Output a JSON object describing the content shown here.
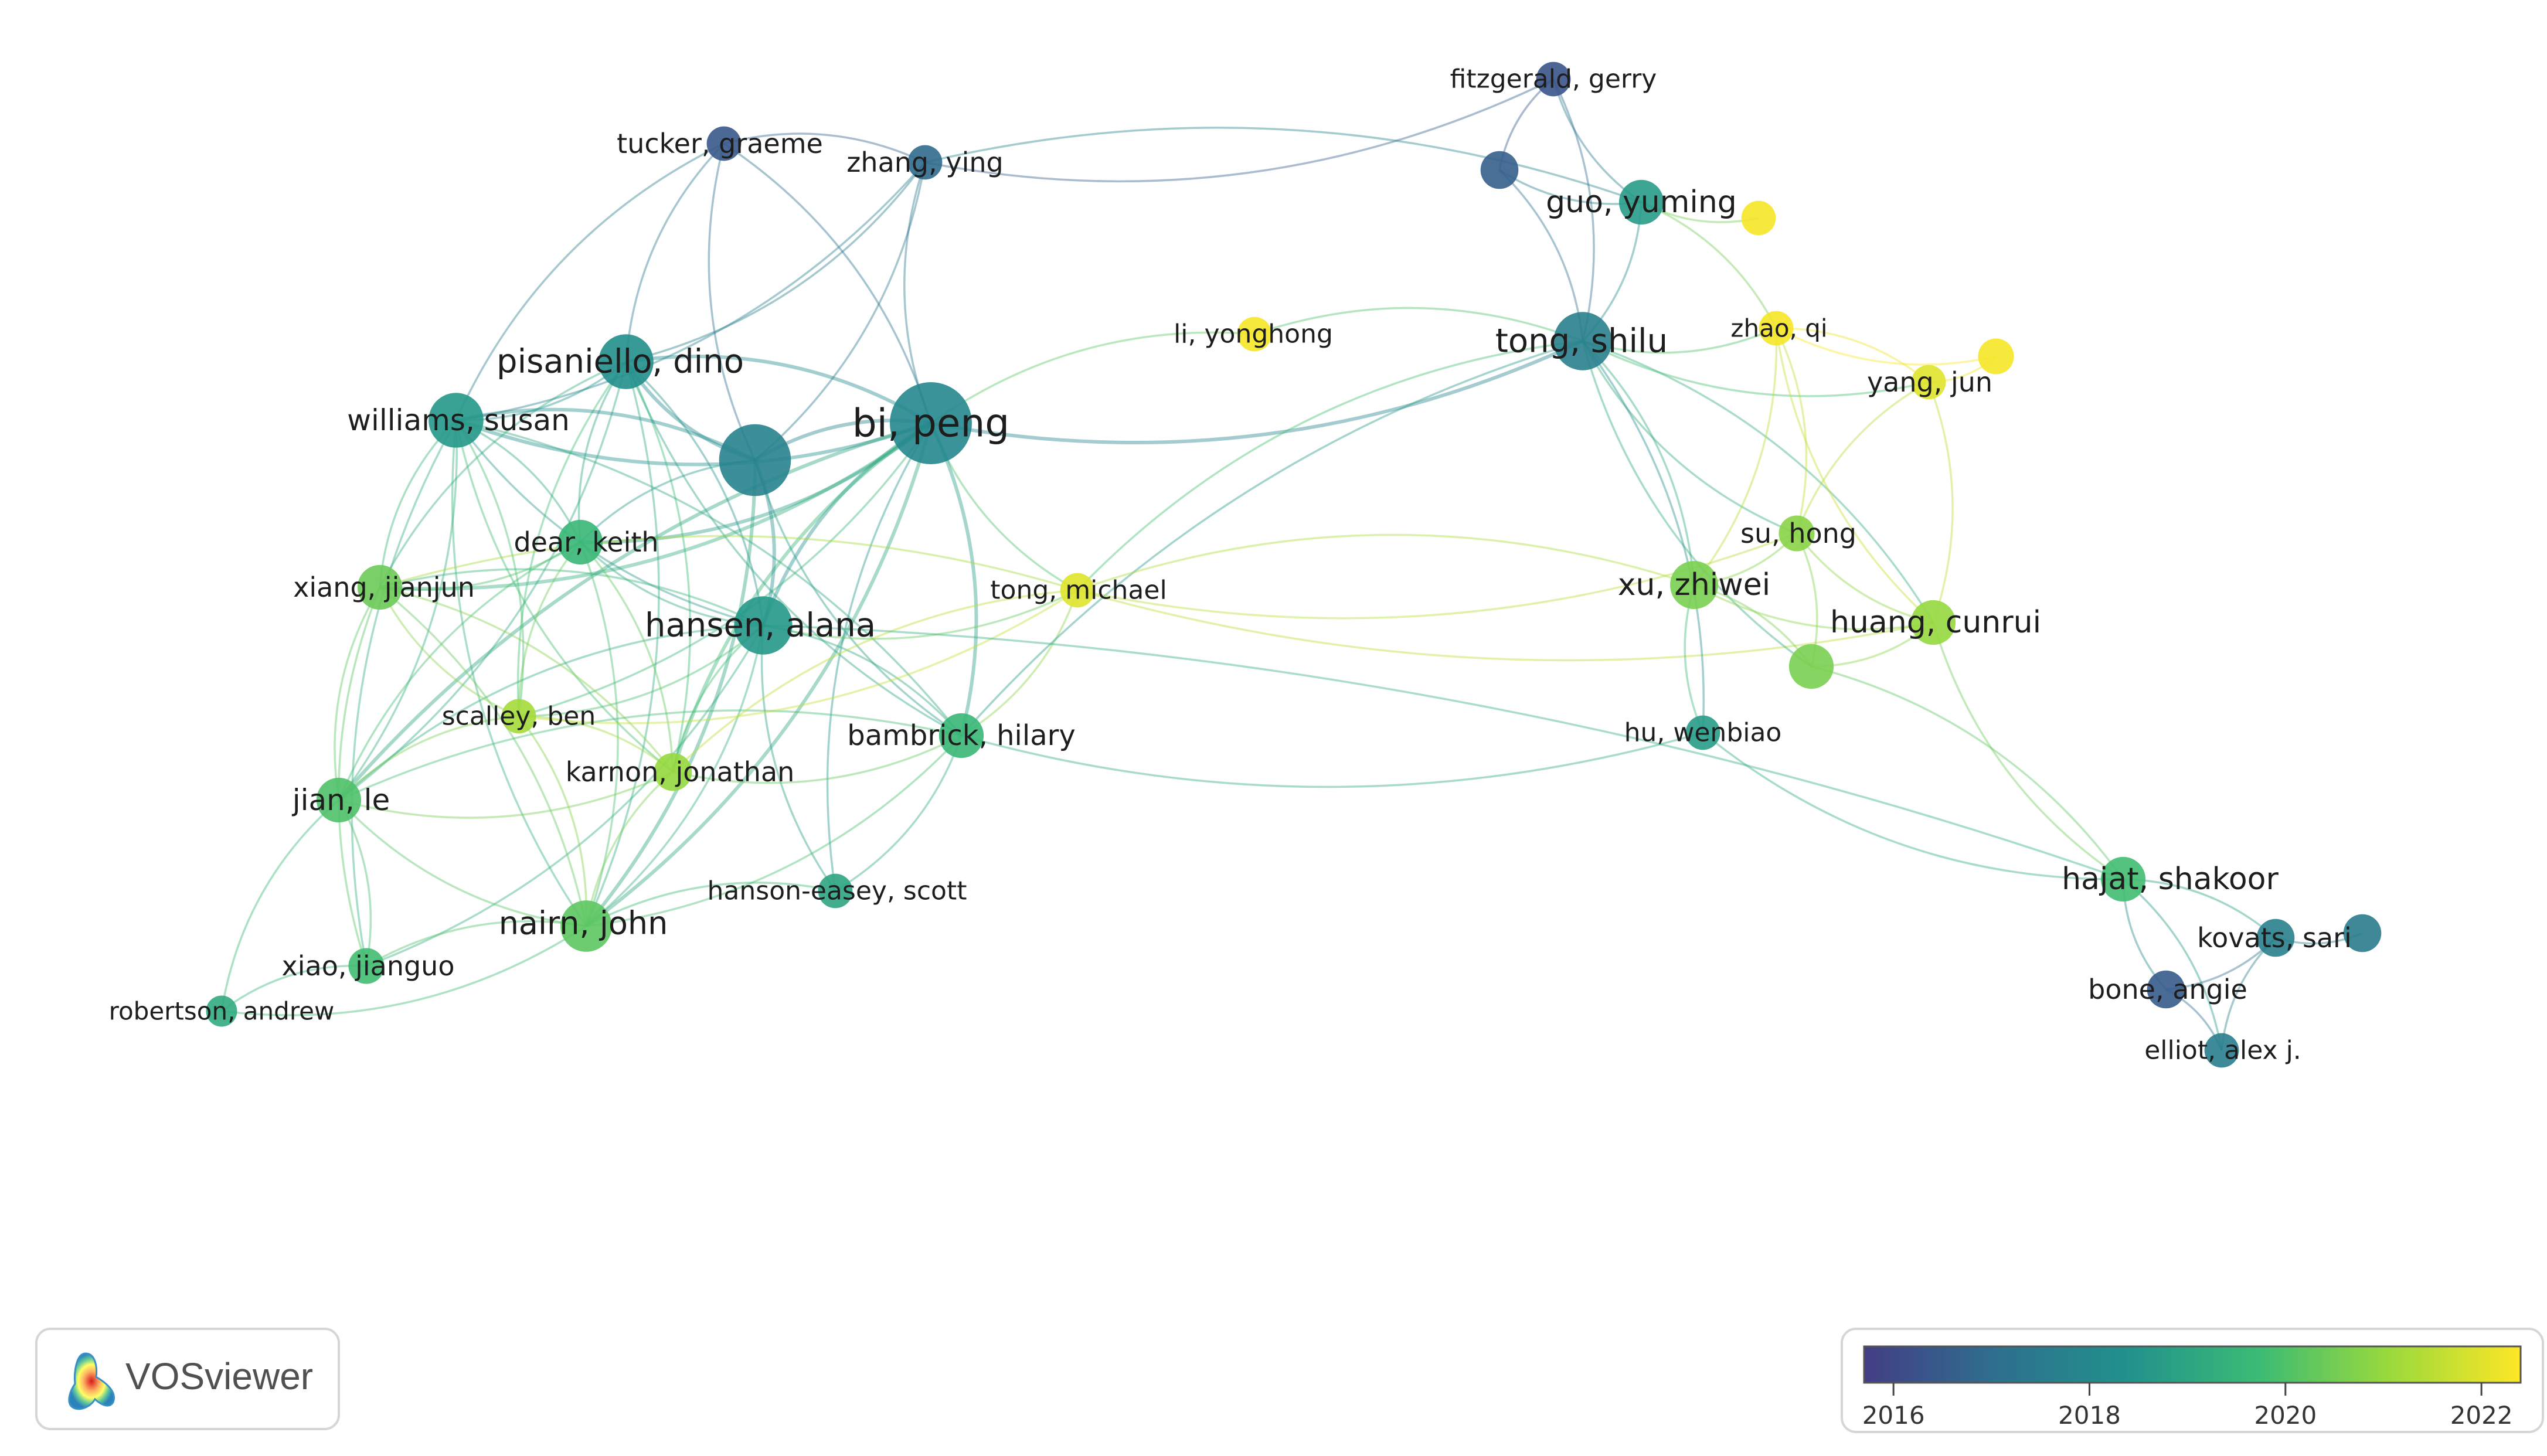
{
  "app": {
    "logo_text": "VOSviewer",
    "logo_icon": "vosviewer-logo-icon"
  },
  "colorbar": {
    "ticks": [
      "2016",
      "2018",
      "2020",
      "2022"
    ],
    "tick_values": [
      2016,
      2018,
      2020,
      2022
    ],
    "range": [
      2015.7,
      2022.4
    ],
    "stops": [
      "#433e85",
      "#2e6f8e",
      "#21918c",
      "#3bbb75",
      "#9ad93c",
      "#fde725"
    ]
  },
  "nodes": [
    {
      "id": "bi_peng",
      "label": "bi, peng",
      "year": 2018.0,
      "weight": 10
    },
    {
      "id": "pisaniello_dino",
      "label": "pisaniello, dino",
      "year": 2018.3,
      "weight": 6
    },
    {
      "id": "williams_susan",
      "label": "williams, susan",
      "year": 2018.6,
      "weight": 6
    },
    {
      "id": "unlabeled_1",
      "label": "",
      "year": 2017.8,
      "weight": 8.5
    },
    {
      "id": "dear_keith",
      "label": "dear, keith",
      "year": 2019.6,
      "weight": 4.5
    },
    {
      "id": "xiang_jianjun",
      "label": "xiang, jianjun",
      "year": 2020.4,
      "weight": 4.5
    },
    {
      "id": "hansen_alana",
      "label": "hansen, alana",
      "year": 2018.6,
      "weight": 6.5
    },
    {
      "id": "tong_michael",
      "label": "tong, michael",
      "year": 2022.0,
      "weight": 3
    },
    {
      "id": "scalley_ben",
      "label": "scalley, ben",
      "year": 2021.2,
      "weight": 3
    },
    {
      "id": "karnon_jonathan",
      "label": "karnon, jonathan",
      "year": 2021.0,
      "weight": 3.5
    },
    {
      "id": "bambrick_hilary",
      "label": "bambrick, hilary",
      "year": 2019.6,
      "weight": 4.5
    },
    {
      "id": "jian_le",
      "label": "jian, le",
      "year": 2020.0,
      "weight": 4.5
    },
    {
      "id": "nairn_john",
      "label": "nairn, john",
      "year": 2020.2,
      "weight": 5.5
    },
    {
      "id": "hanson_easey_scott",
      "label": "hanson-easey, scott",
      "year": 2019.0,
      "weight": 3
    },
    {
      "id": "xiao_jianguo",
      "label": "xiao, jianguo",
      "year": 2019.8,
      "weight": 3.2
    },
    {
      "id": "robertson_andrew",
      "label": "robertson, andrew",
      "year": 2019.2,
      "weight": 2.5
    },
    {
      "id": "tucker_graeme",
      "label": "tucker, graeme",
      "year": 2016.4,
      "weight": 3
    },
    {
      "id": "zhang_ying",
      "label": "zhang, ying",
      "year": 2016.9,
      "weight": 3
    },
    {
      "id": "li_yonghong",
      "label": "li, yonghong",
      "year": 2022.3,
      "weight": 3
    },
    {
      "id": "fitzgerald_gerry",
      "label": "fitzgerald, gerry",
      "year": 2016.3,
      "weight": 3
    },
    {
      "id": "unlabeled_2",
      "label": "",
      "year": 2016.6,
      "weight": 3.5
    },
    {
      "id": "guo_yuming",
      "label": "guo, yuming",
      "year": 2018.7,
      "weight": 4.5
    },
    {
      "id": "unlabeled_3",
      "label": "",
      "year": 2022.3,
      "weight": 3
    },
    {
      "id": "tong_shilu",
      "label": "tong, shilu",
      "year": 2017.7,
      "weight": 6.5
    },
    {
      "id": "zhao_qi",
      "label": "zhao, qi",
      "year": 2022.3,
      "weight": 3
    },
    {
      "id": "unlabeled_4",
      "label": "",
      "year": 2022.3,
      "weight": 3.2
    },
    {
      "id": "yang_jun",
      "label": "yang, jun",
      "year": 2022.0,
      "weight": 3
    },
    {
      "id": "su_hong",
      "label": "su, hong",
      "year": 2020.8,
      "weight": 3.2
    },
    {
      "id": "xu_zhiwei",
      "label": "xu, zhiwei",
      "year": 2020.6,
      "weight": 5
    },
    {
      "id": "huang_cunrui",
      "label": "huang, cunrui",
      "year": 2021.0,
      "weight": 4.5
    },
    {
      "id": "unlabeled_5",
      "label": "",
      "year": 2020.6,
      "weight": 4.5
    },
    {
      "id": "hu_wenbiao",
      "label": "hu, wenbiao",
      "year": 2018.7,
      "weight": 3
    },
    {
      "id": "hajat_shakoor",
      "label": "hajat, shakoor",
      "year": 2019.8,
      "weight": 4.5
    },
    {
      "id": "kovats_sari",
      "label": "kovats, sari",
      "year": 2017.7,
      "weight": 3.5
    },
    {
      "id": "unlabeled_6",
      "label": "",
      "year": 2017.5,
      "weight": 3.5
    },
    {
      "id": "bone_angie",
      "label": "bone, angie",
      "year": 2016.5,
      "weight": 3.5
    },
    {
      "id": "elliot_alex",
      "label": "elliot, alex j.",
      "year": 2017.6,
      "weight": 3
    }
  ],
  "links": [
    [
      "bi_peng",
      "pisaniello_dino"
    ],
    [
      "bi_peng",
      "williams_susan"
    ],
    [
      "bi_peng",
      "unlabeled_1"
    ],
    [
      "bi_peng",
      "dear_keith"
    ],
    [
      "bi_peng",
      "hansen_alana"
    ],
    [
      "bi_peng",
      "xiang_jianjun"
    ],
    [
      "bi_peng",
      "tong_michael"
    ],
    [
      "bi_peng",
      "scalley_ben"
    ],
    [
      "bi_peng",
      "karnon_jonathan"
    ],
    [
      "bi_peng",
      "bambrick_hilary"
    ],
    [
      "bi_peng",
      "jian_le"
    ],
    [
      "bi_peng",
      "nairn_john"
    ],
    [
      "bi_peng",
      "hanson_easey_scott"
    ],
    [
      "bi_peng",
      "zhang_ying"
    ],
    [
      "bi_peng",
      "tucker_graeme"
    ],
    [
      "bi_peng",
      "li_yonghong"
    ],
    [
      "bi_peng",
      "tong_shilu"
    ],
    [
      "pisaniello_dino",
      "williams_susan"
    ],
    [
      "pisaniello_dino",
      "unlabeled_1"
    ],
    [
      "pisaniello_dino",
      "hansen_alana"
    ],
    [
      "pisaniello_dino",
      "dear_keith"
    ],
    [
      "pisaniello_dino",
      "nairn_john"
    ],
    [
      "pisaniello_dino",
      "bambrick_hilary"
    ],
    [
      "pisaniello_dino",
      "jian_le"
    ],
    [
      "pisaniello_dino",
      "xiang_jianjun"
    ],
    [
      "pisaniello_dino",
      "karnon_jonathan"
    ],
    [
      "pisaniello_dino",
      "scalley_ben"
    ],
    [
      "pisaniello_dino",
      "tucker_graeme"
    ],
    [
      "pisaniello_dino",
      "zhang_ying"
    ],
    [
      "williams_susan",
      "unlabeled_1"
    ],
    [
      "williams_susan",
      "hansen_alana"
    ],
    [
      "williams_susan",
      "dear_keith"
    ],
    [
      "williams_susan",
      "xiang_jianjun"
    ],
    [
      "williams_susan",
      "jian_le"
    ],
    [
      "williams_susan",
      "nairn_john"
    ],
    [
      "williams_susan",
      "scalley_ben"
    ],
    [
      "williams_susan",
      "karnon_jonathan"
    ],
    [
      "williams_susan",
      "bambrick_hilary"
    ],
    [
      "williams_susan",
      "xiao_jianguo"
    ],
    [
      "williams_susan",
      "tucker_graeme"
    ],
    [
      "williams_susan",
      "zhang_ying"
    ],
    [
      "unlabeled_1",
      "hansen_alana"
    ],
    [
      "unlabeled_1",
      "dear_keith"
    ],
    [
      "unlabeled_1",
      "tucker_graeme"
    ],
    [
      "unlabeled_1",
      "zhang_ying"
    ],
    [
      "unlabeled_1",
      "nairn_john"
    ],
    [
      "unlabeled_1",
      "bambrick_hilary"
    ],
    [
      "hansen_alana",
      "dear_keith"
    ],
    [
      "hansen_alana",
      "xiang_jianjun"
    ],
    [
      "hansen_alana",
      "scalley_ben"
    ],
    [
      "hansen_alana",
      "karnon_jonathan"
    ],
    [
      "hansen_alana",
      "bambrick_hilary"
    ],
    [
      "hansen_alana",
      "jian_le"
    ],
    [
      "hansen_alana",
      "nairn_john"
    ],
    [
      "hansen_alana",
      "hanson_easey_scott"
    ],
    [
      "hansen_alana",
      "xiao_jianguo"
    ],
    [
      "hansen_alana",
      "tong_michael"
    ],
    [
      "dear_keith",
      "xiang_jianjun"
    ],
    [
      "dear_keith",
      "jian_le"
    ],
    [
      "dear_keith",
      "nairn_john"
    ],
    [
      "dear_keith",
      "scalley_ben"
    ],
    [
      "dear_keith",
      "karnon_jonathan"
    ],
    [
      "xiang_jianjun",
      "jian_le"
    ],
    [
      "xiang_jianjun",
      "nairn_john"
    ],
    [
      "xiang_jianjun",
      "scalley_ben"
    ],
    [
      "xiang_jianjun",
      "karnon_jonathan"
    ],
    [
      "xiang_jianjun",
      "xiao_jianguo"
    ],
    [
      "xiang_jianjun",
      "tong_michael"
    ],
    [
      "jian_le",
      "nairn_john"
    ],
    [
      "jian_le",
      "xiao_jianguo"
    ],
    [
      "jian_le",
      "robertson_andrew"
    ],
    [
      "jian_le",
      "scalley_ben"
    ],
    [
      "jian_le",
      "karnon_jonathan"
    ],
    [
      "jian_le",
      "bambrick_hilary"
    ],
    [
      "nairn_john",
      "xiao_jianguo"
    ],
    [
      "nairn_john",
      "robertson_andrew"
    ],
    [
      "nairn_john",
      "scalley_ben"
    ],
    [
      "nairn_john",
      "karnon_jonathan"
    ],
    [
      "nairn_john",
      "bambrick_hilary"
    ],
    [
      "nairn_john",
      "hanson_easey_scott"
    ],
    [
      "xiao_jianguo",
      "robertson_andrew"
    ],
    [
      "scalley_ben",
      "karnon_jonathan"
    ],
    [
      "scalley_ben",
      "tong_michael"
    ],
    [
      "karnon_jonathan",
      "tong_michael"
    ],
    [
      "karnon_jonathan",
      "bambrick_hilary"
    ],
    [
      "bambrick_hilary",
      "hanson_easey_scott"
    ],
    [
      "bambrick_hilary",
      "tong_michael"
    ],
    [
      "bambrick_hilary",
      "tong_shilu"
    ],
    [
      "bambrick_hilary",
      "hu_wenbiao"
    ],
    [
      "tucker_graeme",
      "zhang_ying"
    ],
    [
      "zhang_ying",
      "fitzgerald_gerry"
    ],
    [
      "tong_michael",
      "xu_zhiwei"
    ],
    [
      "tong_michael",
      "huang_cunrui"
    ],
    [
      "tong_michael",
      "tong_shilu"
    ],
    [
      "tong_michael",
      "su_hong"
    ],
    [
      "li_yonghong",
      "tong_shilu"
    ],
    [
      "fitzgerald_gerry",
      "unlabeled_2"
    ],
    [
      "fitzgerald_gerry",
      "tong_shilu"
    ],
    [
      "fitzgerald_gerry",
      "guo_yuming"
    ],
    [
      "unlabeled_2",
      "tong_shilu"
    ],
    [
      "unlabeled_2",
      "guo_yuming"
    ],
    [
      "guo_yuming",
      "tong_shilu"
    ],
    [
      "guo_yuming",
      "unlabeled_3"
    ],
    [
      "guo_yuming",
      "zhao_qi"
    ],
    [
      "tong_shilu",
      "zhao_qi"
    ],
    [
      "tong_shilu",
      "xu_zhiwei"
    ],
    [
      "tong_shilu",
      "su_hong"
    ],
    [
      "tong_shilu",
      "hu_wenbiao"
    ],
    [
      "tong_shilu",
      "unlabeled_5"
    ],
    [
      "tong_shilu",
      "huang_cunrui"
    ],
    [
      "tong_shilu",
      "yang_jun"
    ],
    [
      "zhao_qi",
      "yang_jun"
    ],
    [
      "zhao_qi",
      "unlabeled_4"
    ],
    [
      "zhao_qi",
      "xu_zhiwei"
    ],
    [
      "zhao_qi",
      "huang_cunrui"
    ],
    [
      "zhao_qi",
      "su_hong"
    ],
    [
      "yang_jun",
      "unlabeled_4"
    ],
    [
      "yang_jun",
      "huang_cunrui"
    ],
    [
      "yang_jun",
      "su_hong"
    ],
    [
      "su_hong",
      "xu_zhiwei"
    ],
    [
      "su_hong",
      "huang_cunrui"
    ],
    [
      "su_hong",
      "unlabeled_5"
    ],
    [
      "xu_zhiwei",
      "huang_cunrui"
    ],
    [
      "xu_zhiwei",
      "unlabeled_5"
    ],
    [
      "xu_zhiwei",
      "hu_wenbiao"
    ],
    [
      "huang_cunrui",
      "unlabeled_5"
    ],
    [
      "huang_cunrui",
      "hajat_shakoor"
    ],
    [
      "unlabeled_5",
      "hajat_shakoor"
    ],
    [
      "hu_wenbiao",
      "hajat_shakoor"
    ],
    [
      "hajat_shakoor",
      "kovats_sari"
    ],
    [
      "hajat_shakoor",
      "bone_angie"
    ],
    [
      "hajat_shakoor",
      "elliot_alex"
    ],
    [
      "kovats_sari",
      "unlabeled_6"
    ],
    [
      "kovats_sari",
      "bone_angie"
    ],
    [
      "kovats_sari",
      "elliot_alex"
    ],
    [
      "bone_angie",
      "elliot_alex"
    ],
    [
      "hajat_shakoor",
      "hansen_alana"
    ],
    [
      "zhang_ying",
      "guo_yuming"
    ]
  ]
}
